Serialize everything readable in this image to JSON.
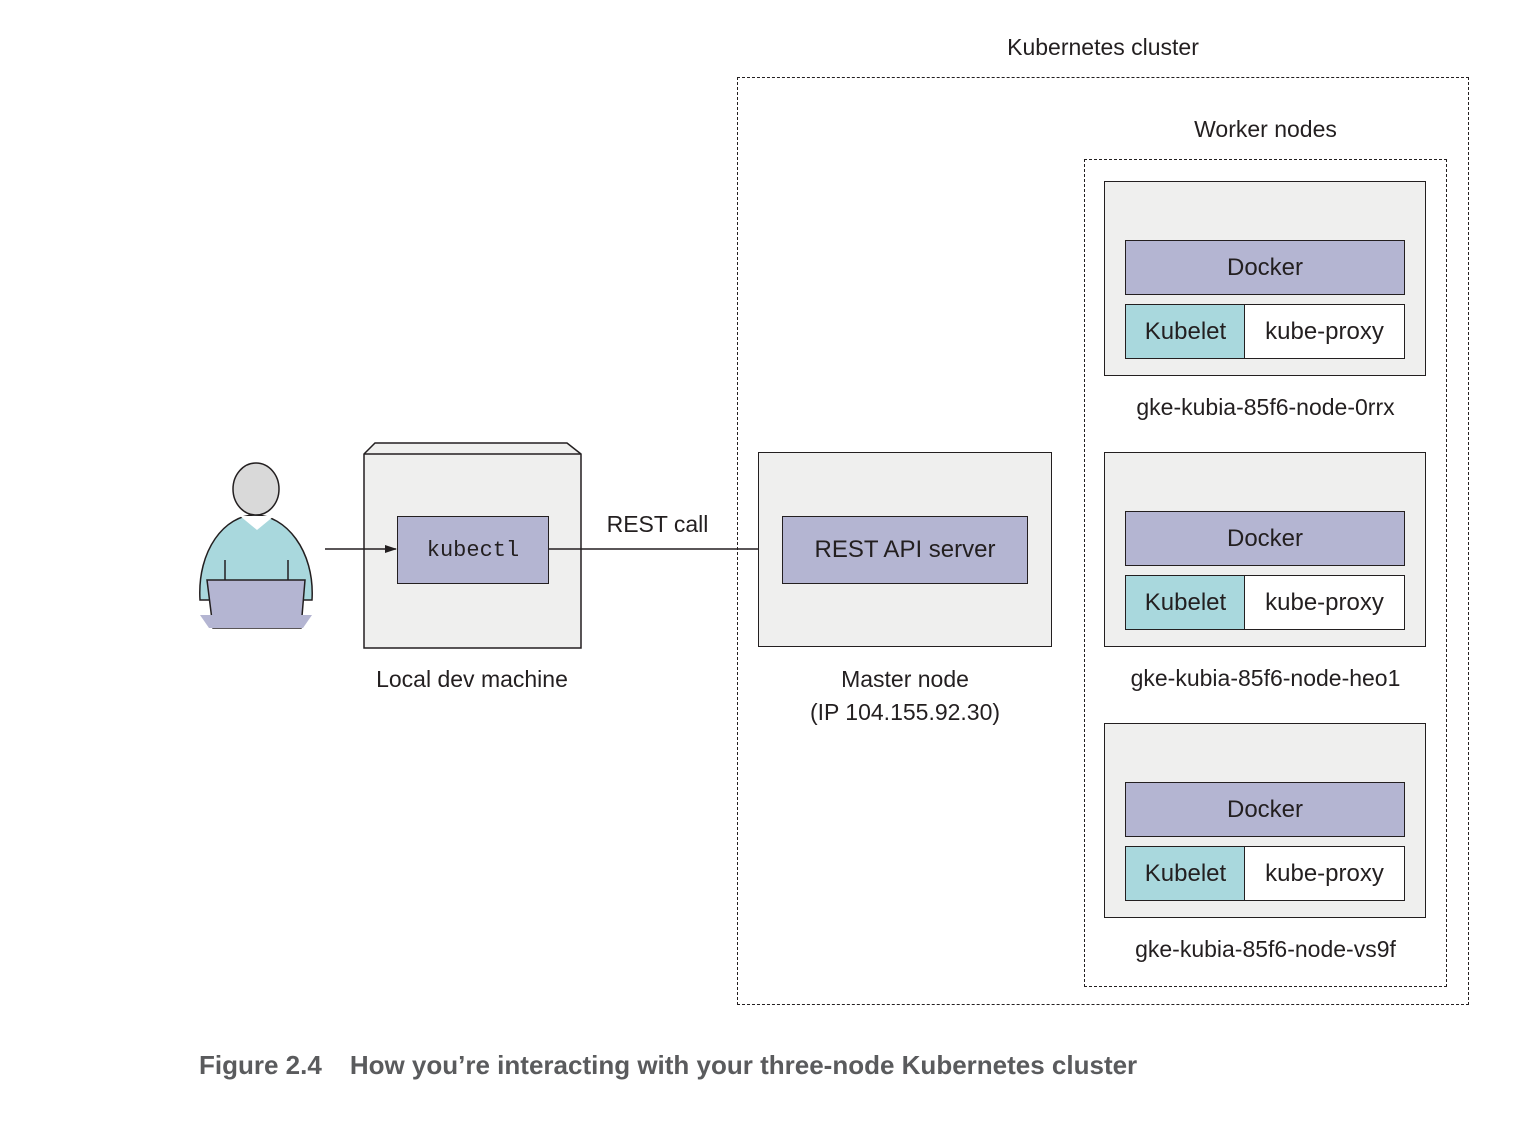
{
  "cluster": {
    "label": "Kubernetes cluster",
    "worker_label": "Worker nodes"
  },
  "local": {
    "kubectl": "kubectl",
    "label": "Local dev machine"
  },
  "arrow_label": "REST call",
  "master": {
    "server": "REST API server",
    "label": "Master node",
    "ip": "(IP 104.155.92.30)"
  },
  "nodes": [
    {
      "docker": "Docker",
      "kubelet": "Kubelet",
      "proxy": "kube-proxy",
      "name": "gke-kubia-85f6-node-0rrx"
    },
    {
      "docker": "Docker",
      "kubelet": "Kubelet",
      "proxy": "kube-proxy",
      "name": "gke-kubia-85f6-node-heo1"
    },
    {
      "docker": "Docker",
      "kubelet": "Kubelet",
      "proxy": "kube-proxy",
      "name": "gke-kubia-85f6-node-vs9f"
    }
  ],
  "caption": {
    "number": "Figure 2.4",
    "text": "How you’re interacting with your three-node Kubernetes cluster"
  },
  "colors": {
    "node_fill": "#efefee",
    "docker_fill": "#b4b5d2",
    "kubelet_fill": "#a9d8dd",
    "person_shirt": "#a9d8dd",
    "person_head": "#d9d9d9",
    "laptop": "#b4b5d2"
  }
}
